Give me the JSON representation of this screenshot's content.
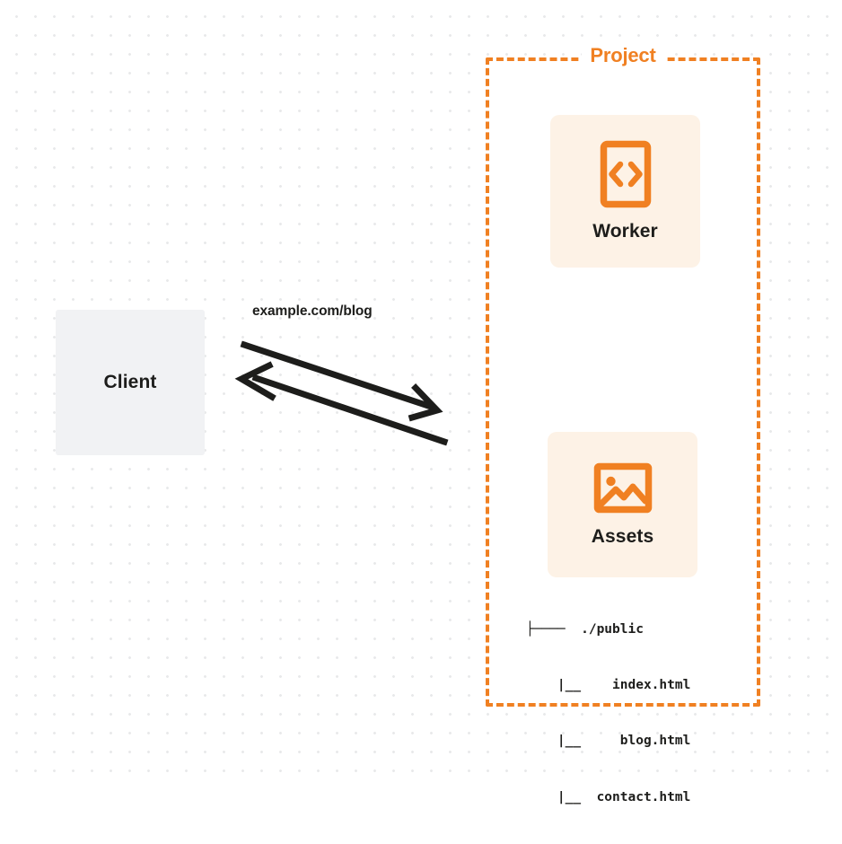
{
  "diagram": {
    "title": "Project architecture diagram",
    "colors": {
      "accent_orange": "#F08022",
      "card_background": "#FDF2E6",
      "client_background": "#F1F2F4",
      "text_dark": "#1D1D1B",
      "canvas_background": "#FFFFFF",
      "grid_dot": "#E8E9EA"
    }
  },
  "client": {
    "label": "Client"
  },
  "connection": {
    "label": "example.com/blog",
    "request_direction": "client-to-project",
    "response_direction": "project-to-client"
  },
  "project": {
    "title": "Project",
    "services": [
      {
        "label": "Worker",
        "icon": "code-brackets-icon"
      },
      {
        "label": "Assets",
        "icon": "image-icon"
      }
    ],
    "file_tree": {
      "lines": [
        "├────  ./public",
        "    |__    index.html",
        "    |__     blog.html",
        "    |__  contact.html"
      ]
    }
  }
}
